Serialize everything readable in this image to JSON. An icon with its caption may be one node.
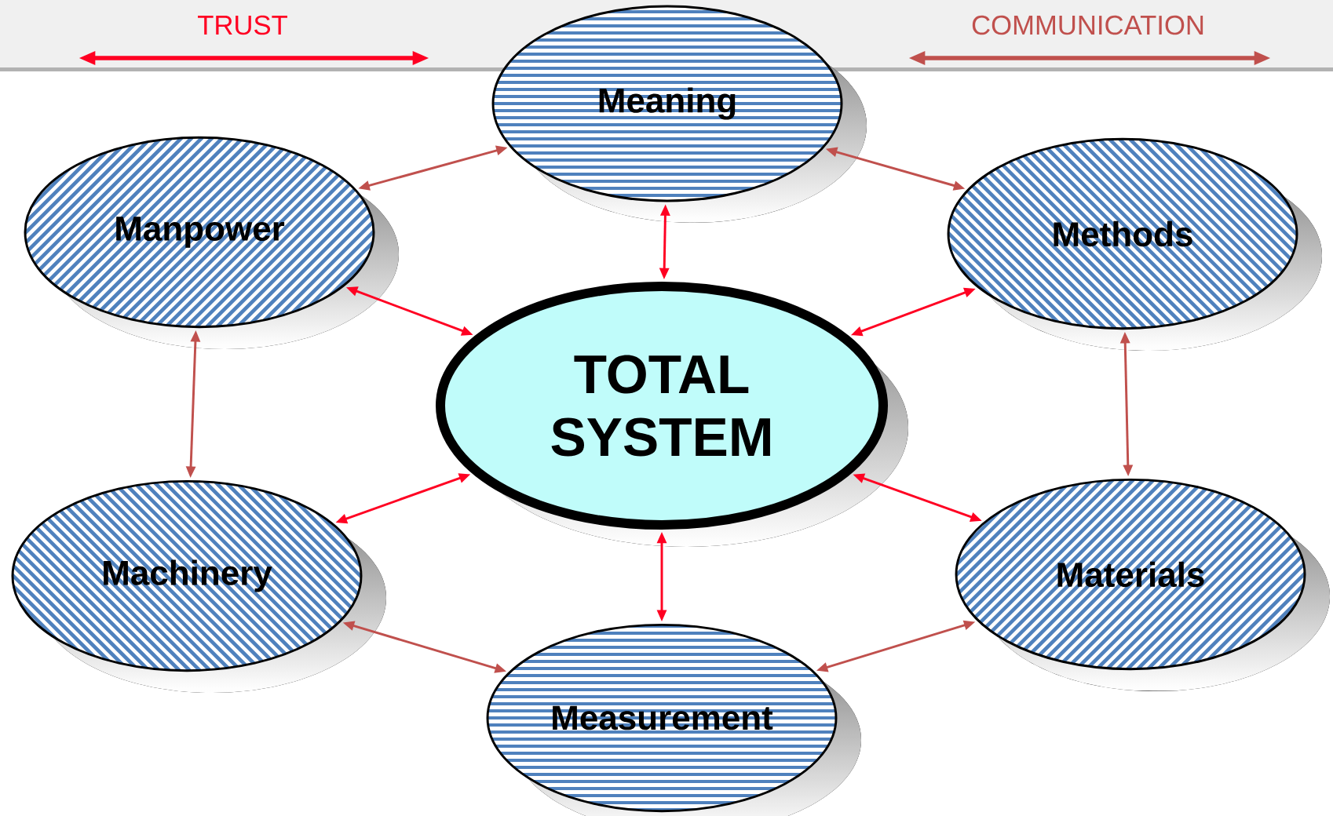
{
  "diagram": {
    "nodes": [
      {
        "text": [
          "Meaning"
        ]
      },
      {
        "text": [
          "Manpower"
        ]
      },
      {
        "text": [
          "Methods"
        ]
      },
      {
        "text": [
          "TOTAL SYSTEM"
        ]
      },
      {
        "text": [
          "Machinery"
        ]
      },
      {
        "text": [
          "Materials"
        ]
      },
      {
        "text": [
          "Measurement"
        ]
      }
    ],
    "edges": [
      {
        "from": 0,
        "to": 1,
        "arrow": "both",
        "color": "#c0504d"
      },
      {
        "from": 0,
        "to": 2,
        "arrow": "both",
        "color": "#c0504d"
      },
      {
        "from": 0,
        "to": 3,
        "arrow": "both",
        "color": "#ff0022"
      },
      {
        "from": 1,
        "to": 3,
        "arrow": "both",
        "color": "#ff0022"
      },
      {
        "from": 2,
        "to": 3,
        "arrow": "both",
        "color": "#ff0022"
      },
      {
        "from": 1,
        "to": 4,
        "arrow": "both",
        "color": "#c0504d"
      },
      {
        "from": 2,
        "to": 5,
        "arrow": "both",
        "color": "#c0504d"
      },
      {
        "from": 3,
        "to": 4,
        "arrow": "both",
        "color": "#ff0022"
      },
      {
        "from": 3,
        "to": 5,
        "arrow": "both",
        "color": "#ff0022"
      },
      {
        "from": 3,
        "to": 6,
        "arrow": "both",
        "color": "#ff0022"
      },
      {
        "from": 4,
        "to": 6,
        "arrow": "both",
        "color": "#c0504d"
      },
      {
        "from": 6,
        "to": 5,
        "arrow": "both",
        "color": "#c0504d"
      }
    ],
    "legend": [
      {
        "text": "TRUST"
      },
      {
        "text": "COMMUNICATION"
      }
    ]
  }
}
